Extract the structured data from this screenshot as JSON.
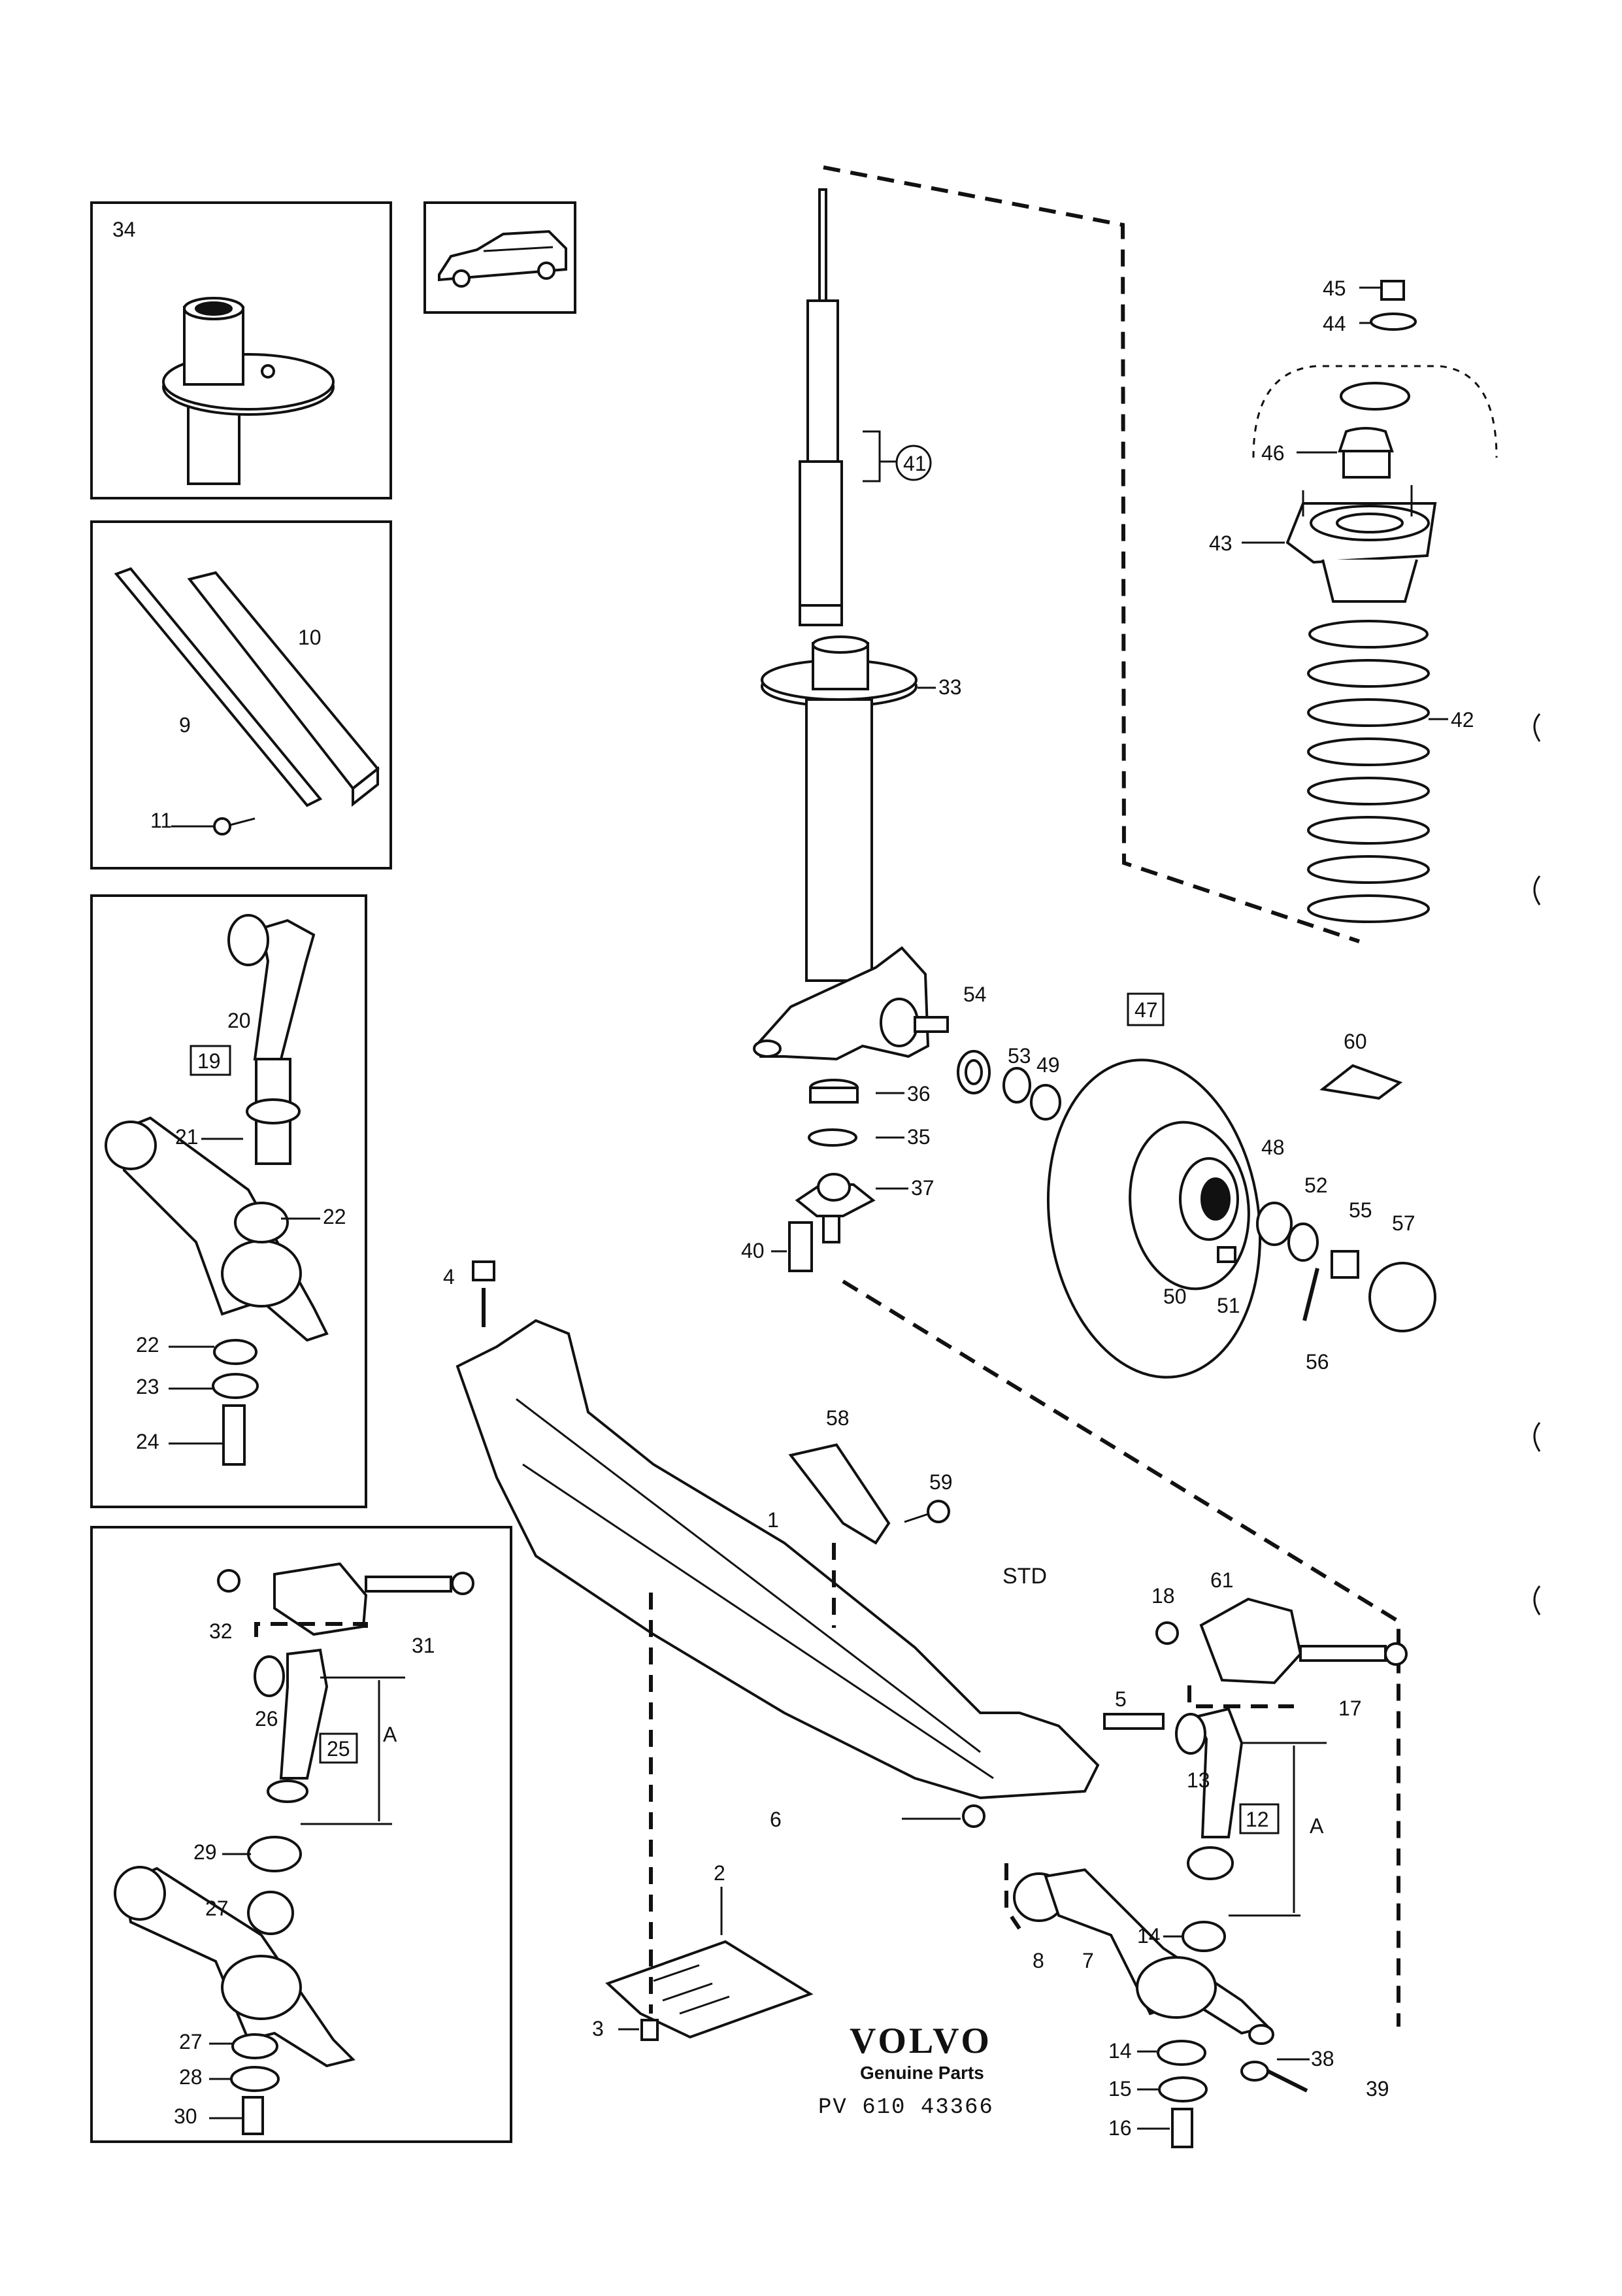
{
  "diagram": {
    "callouts": {
      "c1": "1",
      "c2": "2",
      "c3": "3",
      "c4": "4",
      "c5": "5",
      "c6": "6",
      "c7": "7",
      "c8": "8",
      "c9": "9",
      "c10": "10",
      "c11": "11",
      "c12": "12",
      "c13": "13",
      "c14a": "14",
      "c14b": "14",
      "c15": "15",
      "c16": "16",
      "c17": "17",
      "c18": "18",
      "c19": "19",
      "c20": "20",
      "c21": "21",
      "c22a": "22",
      "c22b": "22",
      "c23": "23",
      "c24": "24",
      "c25": "25",
      "c26": "26",
      "c27a": "27",
      "c27b": "27",
      "c28": "28",
      "c29": "29",
      "c30": "30",
      "c31": "31",
      "c32": "32",
      "c33": "33",
      "c34": "34",
      "c35": "35",
      "c36": "36",
      "c37": "37",
      "c38": "38",
      "c39": "39",
      "c40": "40",
      "c41": "41",
      "c42": "42",
      "c43": "43",
      "c44": "44",
      "c45": "45",
      "c46": "46",
      "c47": "47",
      "c48": "48",
      "c49": "49",
      "c50": "50",
      "c51": "51",
      "c52": "52",
      "c53": "53",
      "c54": "54",
      "c55": "55",
      "c56": "56",
      "c57": "57",
      "c58": "58",
      "c59": "59",
      "c60": "60",
      "c61": "61"
    },
    "dimension_label_left": "A",
    "dimension_label_right": "A",
    "std_label": "STD",
    "brand": "VOLVO",
    "brand_sub": "Genuine Parts",
    "part_number": "PV 610 43366"
  }
}
